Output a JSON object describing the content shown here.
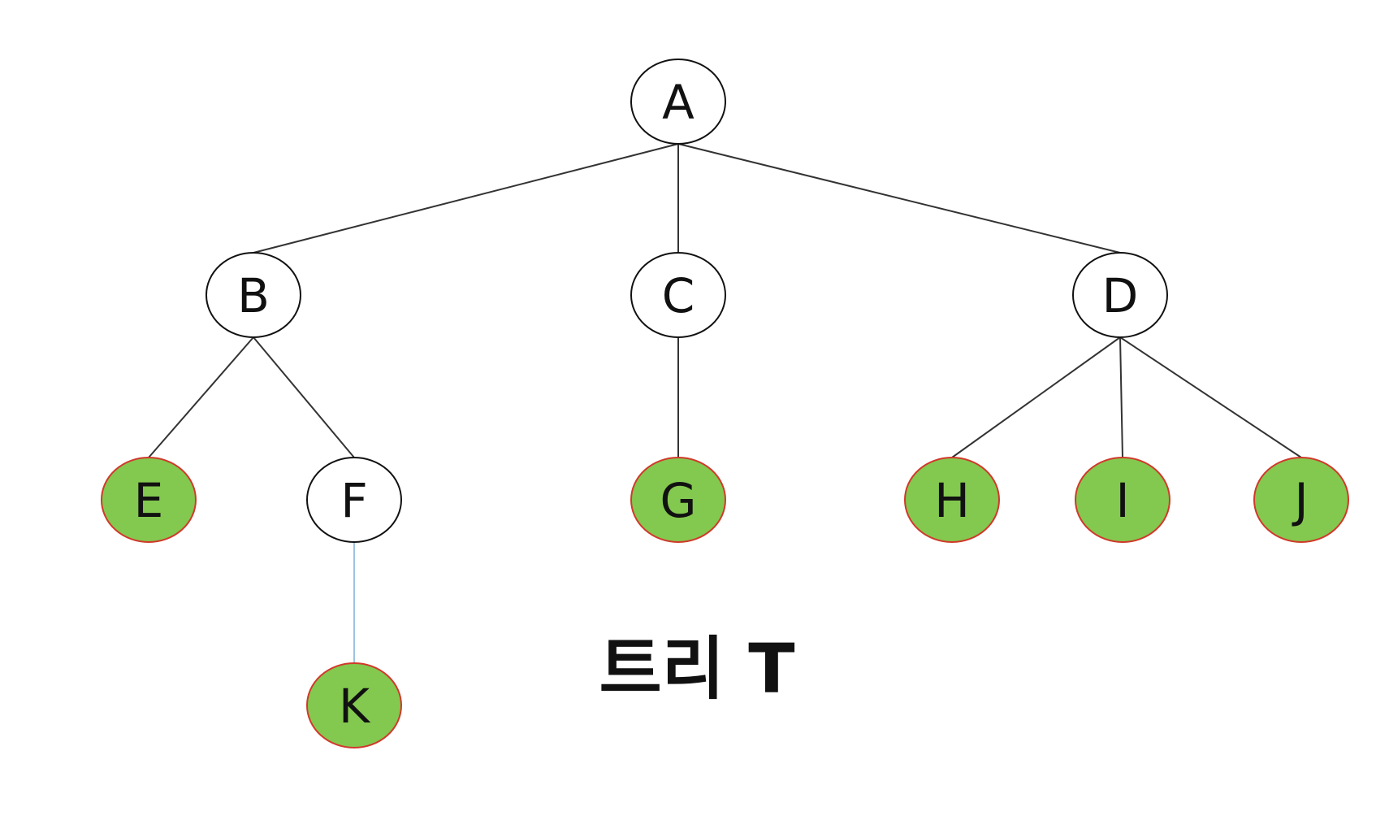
{
  "diagram": {
    "caption": "트리 T",
    "colors": {
      "background": "#ffffff",
      "normal_fill": "#ffffff",
      "normal_stroke": "#111111",
      "leaf_fill": "#83c84f",
      "leaf_stroke": "#d0392b",
      "edge": "#333333",
      "edge_highlight": "#9cc3e0",
      "text": "#111111"
    },
    "nodes": [
      {
        "id": "A",
        "label": "A",
        "leaf": false
      },
      {
        "id": "B",
        "label": "B",
        "leaf": false
      },
      {
        "id": "C",
        "label": "C",
        "leaf": false
      },
      {
        "id": "D",
        "label": "D",
        "leaf": false
      },
      {
        "id": "E",
        "label": "E",
        "leaf": true
      },
      {
        "id": "F",
        "label": "F",
        "leaf": false
      },
      {
        "id": "G",
        "label": "G",
        "leaf": true
      },
      {
        "id": "H",
        "label": "H",
        "leaf": true
      },
      {
        "id": "I",
        "label": "I",
        "leaf": true
      },
      {
        "id": "J",
        "label": "J",
        "leaf": true
      },
      {
        "id": "K",
        "label": "K",
        "leaf": true
      }
    ],
    "edges": [
      {
        "from": "A",
        "to": "B"
      },
      {
        "from": "A",
        "to": "C"
      },
      {
        "from": "A",
        "to": "D"
      },
      {
        "from": "B",
        "to": "E"
      },
      {
        "from": "B",
        "to": "F"
      },
      {
        "from": "C",
        "to": "G"
      },
      {
        "from": "D",
        "to": "H"
      },
      {
        "from": "D",
        "to": "I"
      },
      {
        "from": "D",
        "to": "J"
      },
      {
        "from": "F",
        "to": "K",
        "highlight": true
      }
    ]
  }
}
